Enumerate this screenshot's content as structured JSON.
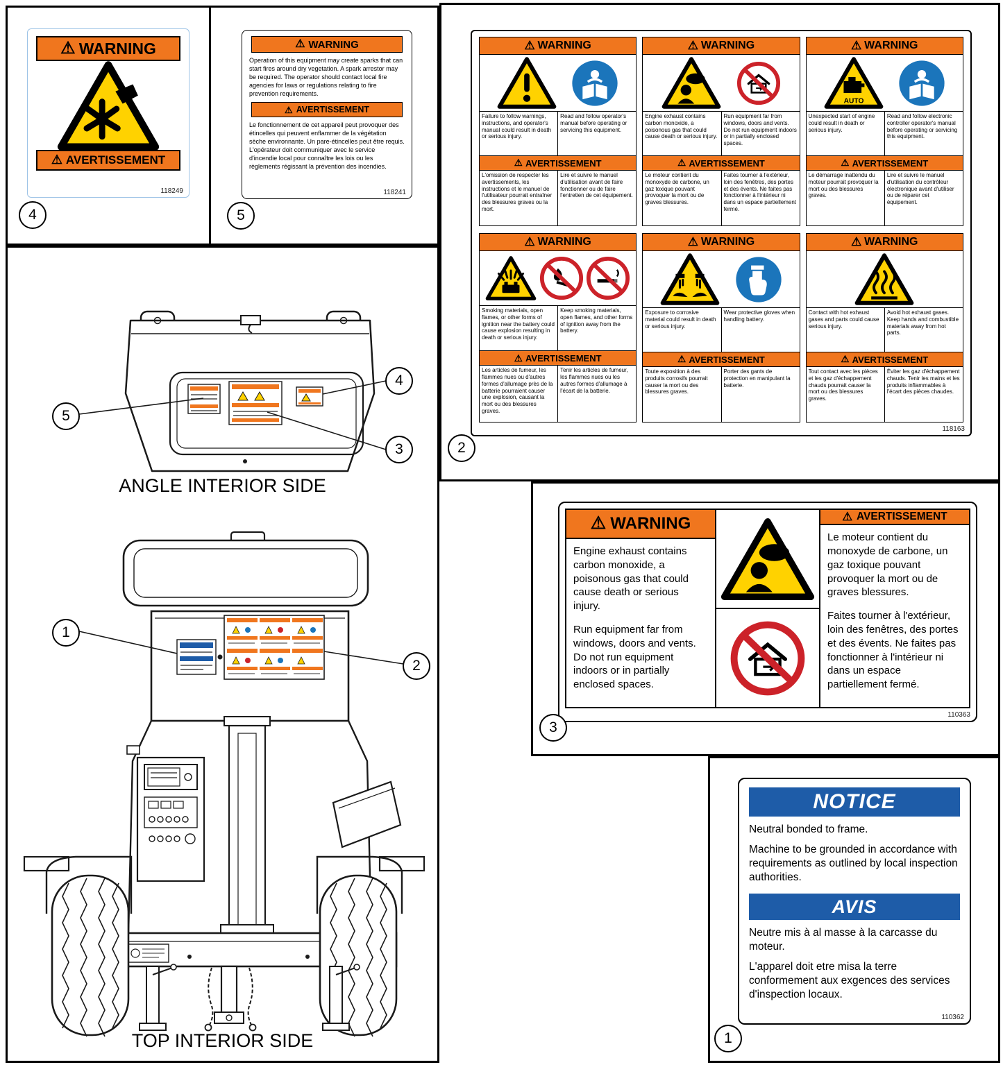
{
  "glyphs": {
    "warning": "⚠"
  },
  "colors": {
    "safety_orange": "#F0761E",
    "safety_yellow": "#FFD200",
    "safety_blue": "#1B75BB",
    "prohibition_red": "#CC2229",
    "notice_blue": "#1E5CA8"
  },
  "callouts": {
    "one": "1",
    "two": "2",
    "three": "3",
    "four": "4",
    "five": "5"
  },
  "drawings": {
    "angle": {
      "caption": "ANGLE INTERIOR SIDE"
    },
    "top": {
      "caption": "TOP INTERIOR SIDE"
    }
  },
  "labels": {
    "fan": {
      "part_number": "118249",
      "warning": "WARNING",
      "avertissement": "AVERTISSEMENT",
      "icon": "fan-entanglement-triangle-icon"
    },
    "spark": {
      "part_number": "118241",
      "warning": "WARNING",
      "avertissement": "AVERTISSEMENT",
      "en": "Operation of this equipment may create sparks that can start fires around dry vegetation. A spark arrestor may be required. The operator should contact local fire agencies for laws or regulations relating to fire prevention requirements.",
      "fr": "Le fonctionnement de cet appareil peut provoquer des étincelles qui peuvent enflammer de la végétation sèche environnante. Un pare-étincelles peut être requis. L'opérateur doit communiquer avec le service d'incendie local pour connaître les lois ou les règlements régissant la prévention des incendies."
    },
    "multi": {
      "part_number": "118163",
      "blocks": [
        {
          "warning": "WARNING",
          "avertissement": "AVERTISSEMENT",
          "icons": [
            "alert-triangle-icon",
            "read-manual-icon"
          ],
          "en_left": "Failure to follow warnings, instructions, and operator's manual could result in death or serious injury.",
          "en_right": "Read and follow operator's manual before operating or servicing this equipment.",
          "fr_left": "L'omission de respecter les avertissements, les instructions et le manuel de l'utilisateur pourrait entraîner des blessures graves ou la mort.",
          "fr_right": "Lire et suivre le manuel d'utilisation avant de faire fonctionner ou de faire l'entretien de cet équipement."
        },
        {
          "warning": "WARNING",
          "avertissement": "AVERTISSEMENT",
          "icons": [
            "exhaust-fumes-triangle-icon",
            "no-indoor-use-prohibition-icon"
          ],
          "en_left": "Engine exhaust contains carbon monoxide, a poisonous gas that could cause death or serious injury.",
          "en_right": "Run equipment far from windows, doors and vents. Do not run equipment indoors or in partially enclosed spaces.",
          "fr_left": "Le moteur contient du monoxyde de carbone, un gaz toxique pouvant provoquer la mort ou de graves blessures.",
          "fr_right": "Faites tourner à l'extérieur, loin des fenêtres, des portes et des évents. Ne faites pas fonctionner à l'intérieur ni dans un espace partiellement fermé."
        },
        {
          "warning": "WARNING",
          "avertissement": "AVERTISSEMENT",
          "icons": [
            "auto-start-engine-triangle-icon",
            "read-manual-icon"
          ],
          "icon_text": "AUTO",
          "en_left": "Unexpected start of engine could result in death or serious injury.",
          "en_right": "Read and follow electronic controller operator's manual before operating or servicing this equipment.",
          "fr_left": "Le démarrage inattendu du moteur pourrait provoquer la mort ou des blessures graves.",
          "fr_right": "Lire et suivre le manuel d'utilisation du contrôleur électronique avant d'utiliser ou de réparer cet équipement."
        },
        {
          "warning": "WARNING",
          "avertissement": "AVERTISSEMENT",
          "icons": [
            "battery-explosion-triangle-icon",
            "no-open-flame-prohibition-icon",
            "no-smoking-prohibition-icon"
          ],
          "en_left": "Smoking materials, open flames, or other forms of ignition near the battery could cause explosion resulting in death or serious injury.",
          "en_right": "Keep smoking materials, open flames, and other forms of ignition away from the battery.",
          "fr_left": "Les articles de fumeur, les flammes nues ou d'autres formes d'allumage près de la batterie pourraient causer une explosion, causant la mort ou des blessures graves.",
          "fr_right": "Tenir les articles de fumeur, les flammes nues ou les autres formes d'allumage à l'écart de la batterie."
        },
        {
          "warning": "WARNING",
          "avertissement": "AVERTISSEMENT",
          "icons": [
            "corrosive-material-triangle-icon",
            "protective-gloves-icon"
          ],
          "en_left": "Exposure to corrosive material could result in death or serious injury.",
          "en_right": "Wear protective gloves when handling battery.",
          "fr_left": "Toute exposition à des produits corrosifs pourrait causer la mort ou des blessures graves.",
          "fr_right": "Porter des gants de protection en manipulant la batterie."
        },
        {
          "warning": "WARNING",
          "avertissement": "AVERTISSEMENT",
          "icons": [
            "hot-surface-triangle-icon"
          ],
          "en_left": "Contact with hot exhaust gases and parts could cause serious injury.",
          "en_right": "Avoid hot exhaust gases. Keep hands and combustible materials away from hot parts.",
          "fr_left": "Tout contact avec les pièces et les gaz d'échappement chauds pourrait causer la mort ou des blessures graves.",
          "fr_right": "Éviter les gaz d'échappement chauds. Tenir les mains et les produits inflammables à l'écart des pièces chaudes."
        }
      ]
    },
    "exhaust": {
      "part_number": "110363",
      "warning": "WARNING",
      "avertissement": "AVERTISSEMENT",
      "icons": [
        "exhaust-fumes-triangle-icon",
        "no-indoor-use-prohibition-icon"
      ],
      "en_p1": "Engine exhaust contains carbon monoxide, a poisonous gas that could cause death or serious injury.",
      "en_p2": "Run equipment far from windows, doors and vents. Do not run equipment indoors or in partially enclosed spaces.",
      "fr_p1": "Le moteur contient du monoxyde de carbone, un gaz toxique pouvant provoquer la mort ou de graves blessures.",
      "fr_p2": "Faites tourner à l'extérieur, loin des fenêtres, des portes et des évents. Ne faites pas fonctionner à l'intérieur ni dans un espace partiellement fermé."
    },
    "notice": {
      "part_number": "110362",
      "notice": "NOTICE",
      "avis": "AVIS",
      "en_p1": "Neutral bonded to frame.",
      "en_p2": "Machine to be grounded in accordance with requirements as outlined by local inspection authorities.",
      "fr_p1": "Neutre mis à al masse à la carcasse du moteur.",
      "fr_p2": "L'apparel doit etre misa la terre conformement aux exgences des services d'inspection locaux."
    }
  }
}
